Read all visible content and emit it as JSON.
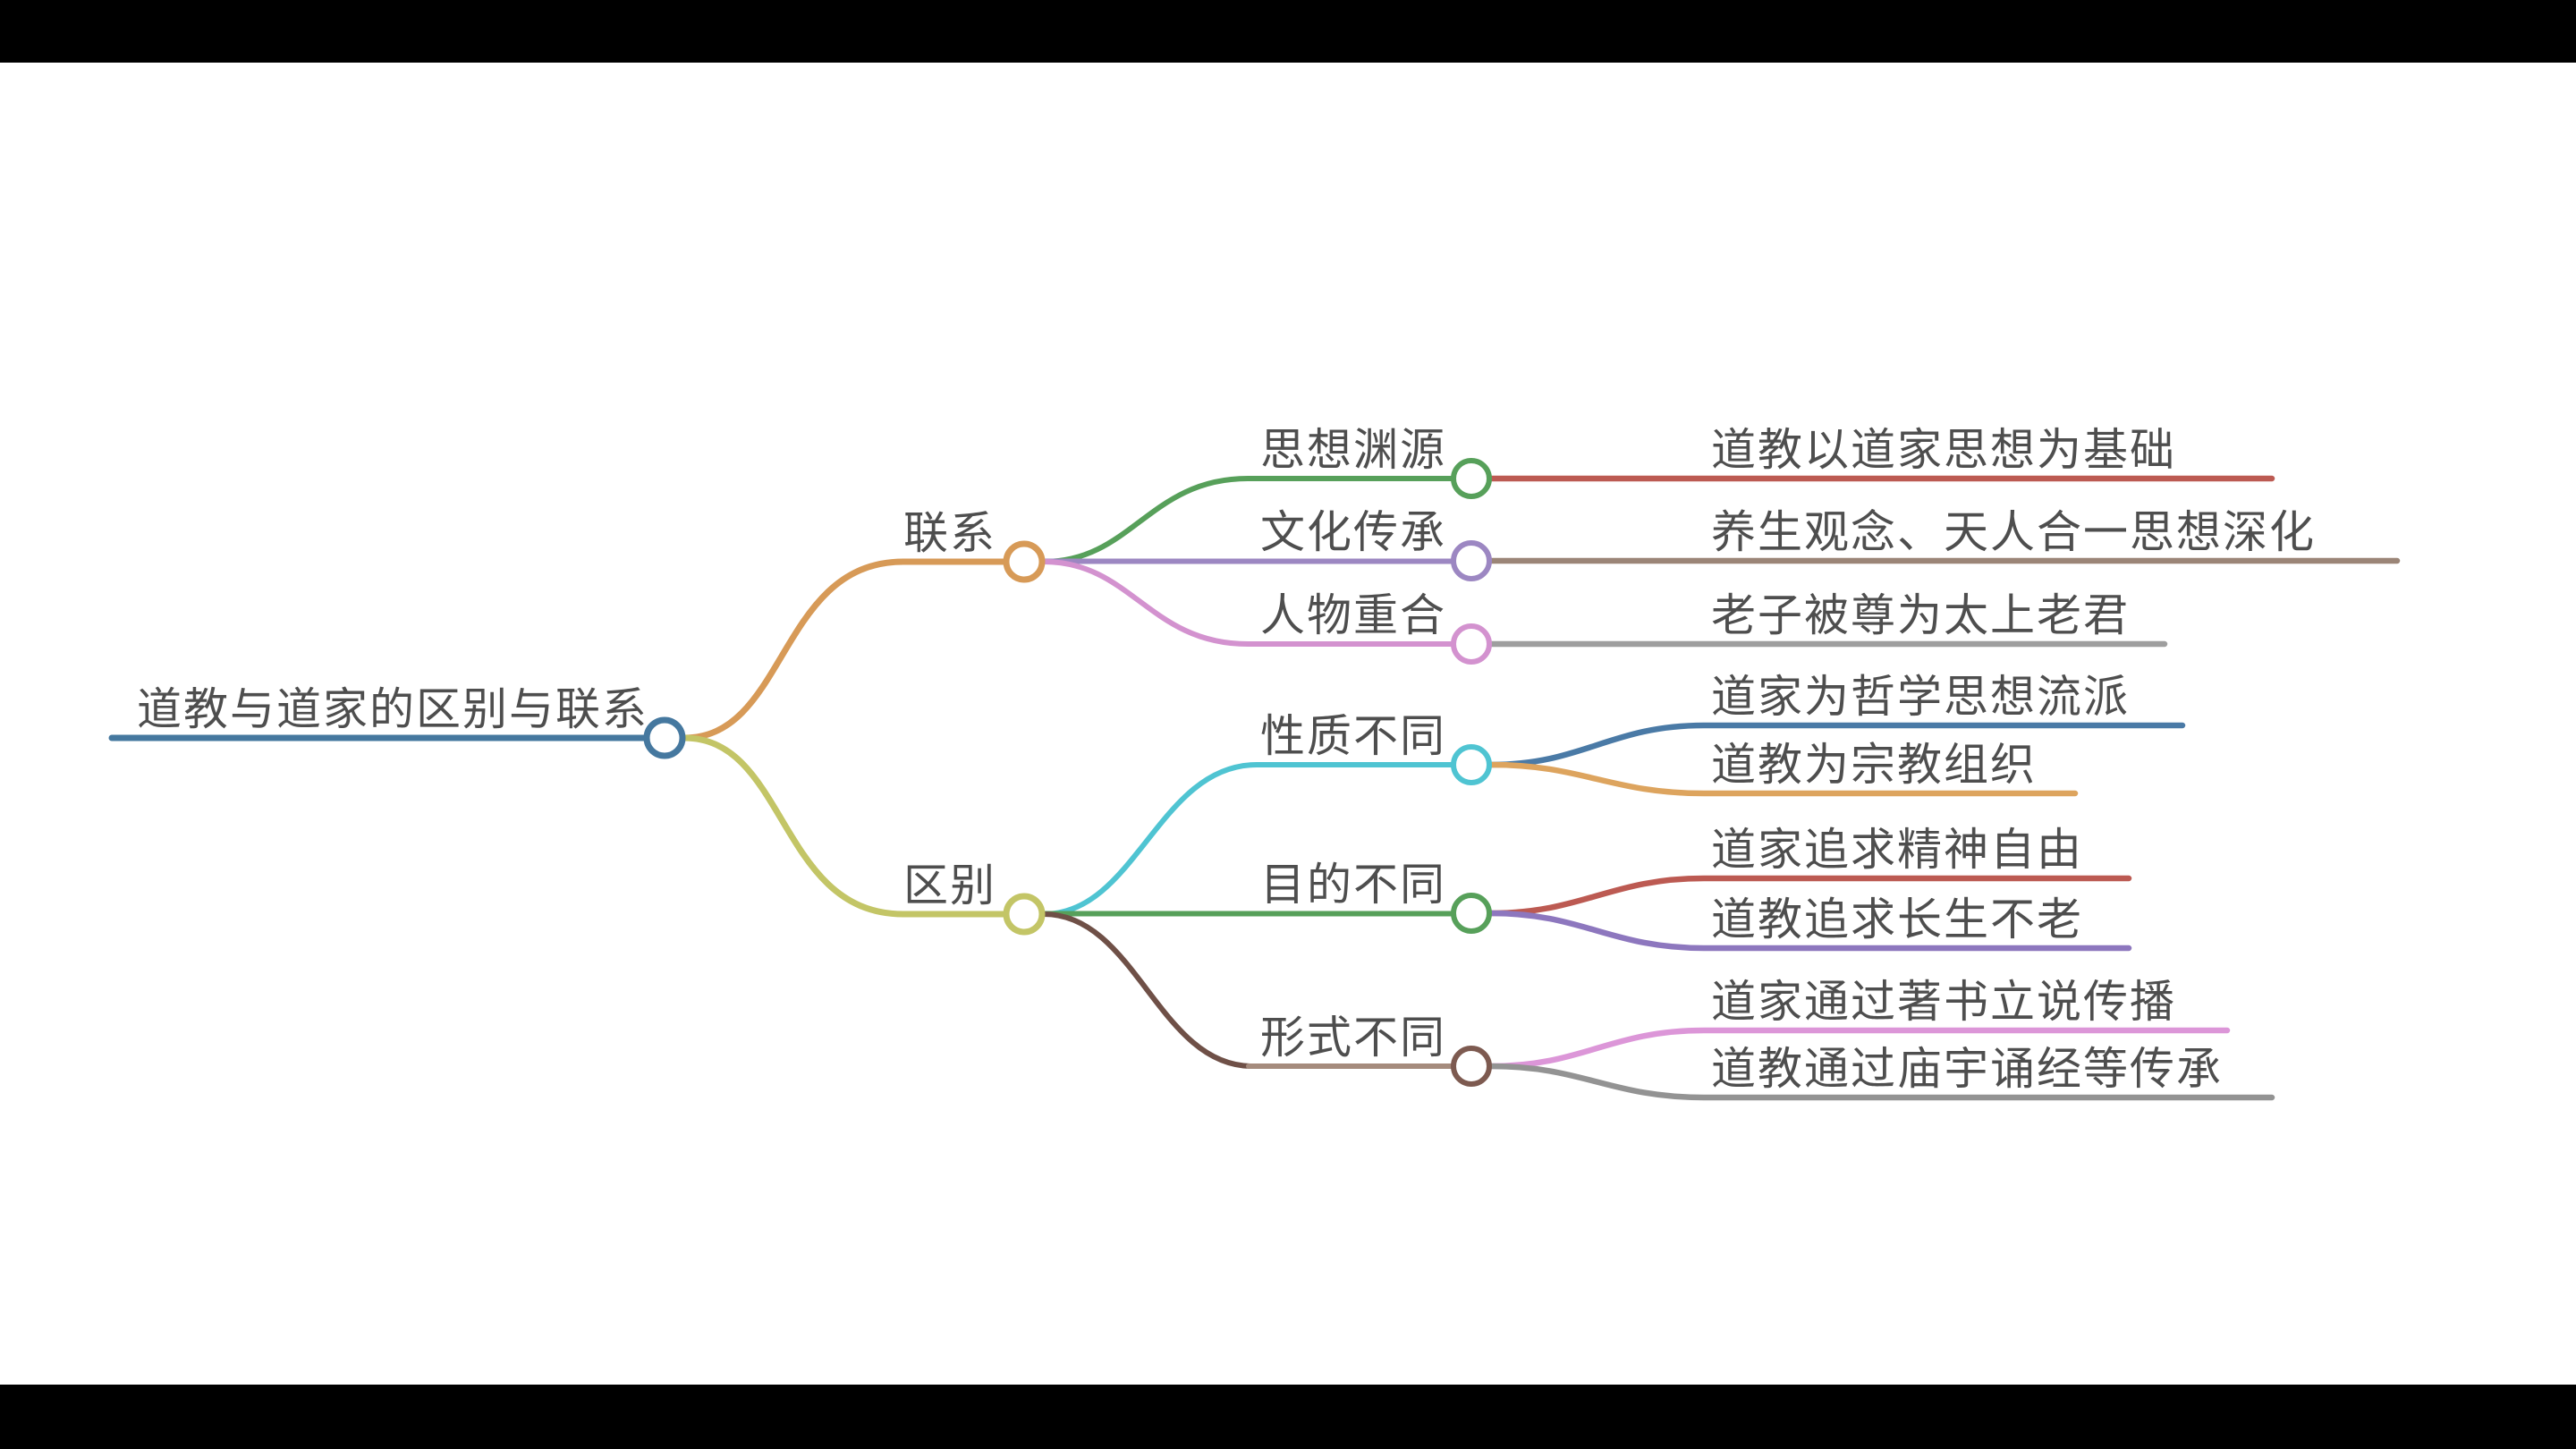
{
  "canvas": {
    "background": "#000000",
    "surface": "#ffffff",
    "text_color": "#4e4e4e"
  },
  "mindmap": {
    "root": {
      "label": "道教与道家的区别与联系",
      "color": "#45789f"
    },
    "branches": [
      {
        "label": "联系",
        "color": "#d79a57",
        "children": [
          {
            "label": "思想渊源",
            "color": "#57a05a",
            "leaves": [
              {
                "label": "道教以道家思想为基础",
                "color": "#bc5a52"
              }
            ]
          },
          {
            "label": "文化传承",
            "color": "#9c87c2",
            "leaves": [
              {
                "label": "养生观念、天人合一思想深化",
                "color": "#9b8577"
              }
            ]
          },
          {
            "label": "人物重合",
            "color": "#d392cf",
            "leaves": [
              {
                "label": "老子被尊为太上老君",
                "color": "#9e9e9e"
              }
            ]
          }
        ]
      },
      {
        "label": "区别",
        "color": "#c3c566",
        "children": [
          {
            "label": "性质不同",
            "color": "#4fc4d2",
            "leaves": [
              {
                "label": "道家为哲学思想流派",
                "color": "#4a7aa6"
              },
              {
                "label": "道教为宗教组织",
                "color": "#dda45e"
              }
            ]
          },
          {
            "label": "目的不同",
            "color": "#57a05a",
            "leaves": [
              {
                "label": "道家追求精神自由",
                "color": "#bc5a52"
              },
              {
                "label": "道教追求长生不老",
                "color": "#8d77be"
              }
            ]
          },
          {
            "label": "形式不同",
            "color": "#a58b7d",
            "circle_color": "#7d5a50",
            "curve_color": "#6f5047",
            "leaves": [
              {
                "label": "道家通过著书立说传播",
                "color": "#dc96d8"
              },
              {
                "label": "道教通过庙宇诵经等传承",
                "color": "#939393"
              }
            ]
          }
        ]
      }
    ]
  }
}
